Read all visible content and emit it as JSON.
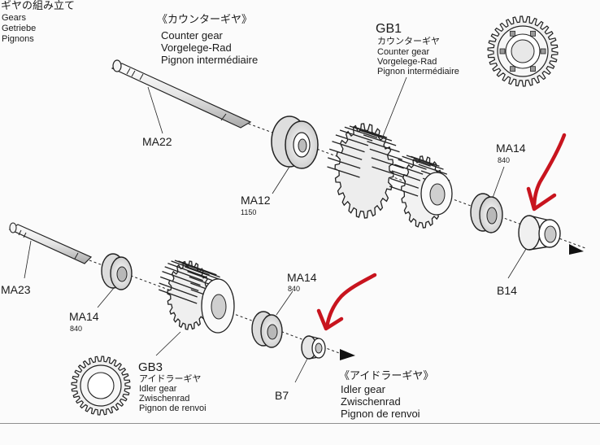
{
  "header": {
    "jp": "ギヤの組み立て",
    "en": "Gears",
    "de": "Getriebe",
    "fr": "Pignons"
  },
  "counter_gear": {
    "jp": "《カウンターギヤ》",
    "en": "Counter gear",
    "de": "Vorgelege-Rad",
    "fr": "Pignon intermédiaire"
  },
  "gb1": {
    "code": "GB1",
    "jp": "カウンターギヤ",
    "en": "Counter gear",
    "de": "Vorgelege-Rad",
    "fr": "Pignon intermédiaire"
  },
  "parts": {
    "ma22": "MA22",
    "ma12": "MA12",
    "ma12_num": "1150",
    "ma14_top": "MA14",
    "ma14_top_num": "840",
    "b14": "B14",
    "ma23": "MA23",
    "ma14_left": "MA14",
    "ma14_left_num": "840",
    "ma14_mid": "MA14",
    "ma14_mid_num": "840",
    "b7": "B7"
  },
  "gb3": {
    "code": "GB3",
    "jp": "アイドラーギヤ",
    "en": "Idler gear",
    "de": "Zwischenrad",
    "fr": "Pignon de renvoi"
  },
  "idler_gear": {
    "jp": "《アイドラーギヤ》",
    "en": "Idler gear",
    "de": "Zwischenrad",
    "fr": "Pignon de renvoi"
  },
  "colors": {
    "annotation_arrow": "#c8141e",
    "line_art": "#222222"
  }
}
